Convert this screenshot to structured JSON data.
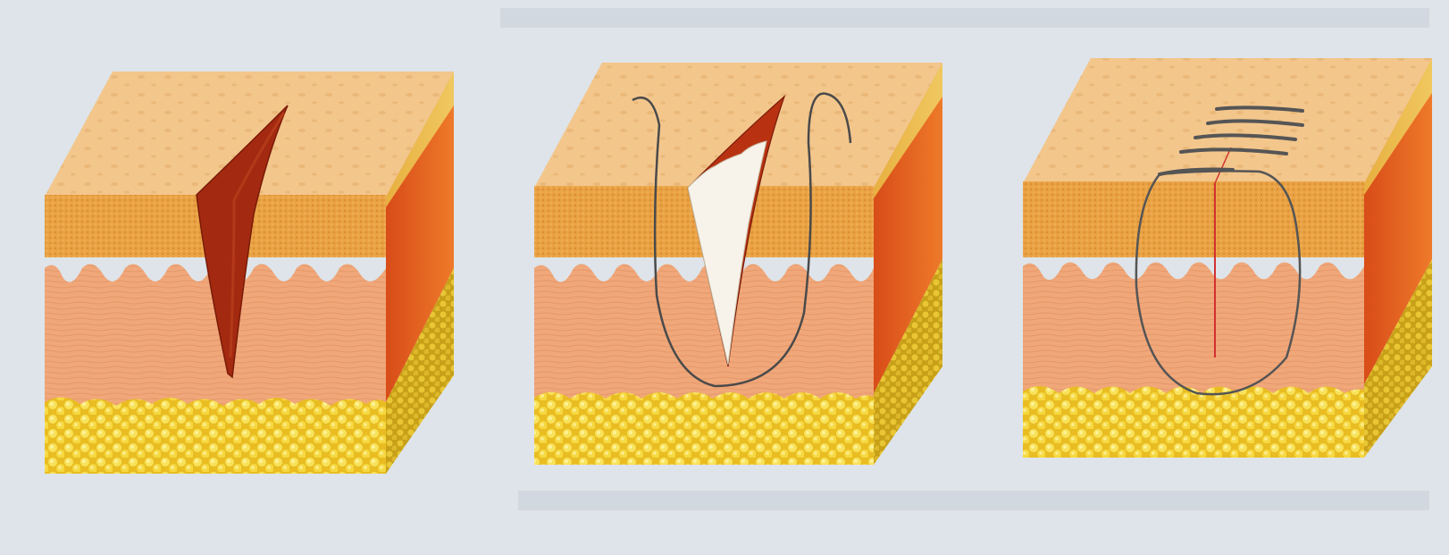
{
  "figure": {
    "panels": [
      {
        "stage": "open-wound"
      },
      {
        "stage": "wound-with-clot-and-suture"
      },
      {
        "stage": "sutured-wound"
      }
    ]
  },
  "colors": {
    "background": "#dfe4ea",
    "epidermis_top": "#f2c88c",
    "epidermis_band": "#e8a44a",
    "dermis": "#f0a878",
    "fat": "#f4d43a",
    "fat_dark": "#d8a81a",
    "side_face_red": "#e4561c",
    "side_face_yellow": "#e8c030",
    "wound": "#a42a10",
    "clot": "#f6f2e8",
    "suture": "#4a4a4a",
    "incision_line": "#d23030"
  }
}
